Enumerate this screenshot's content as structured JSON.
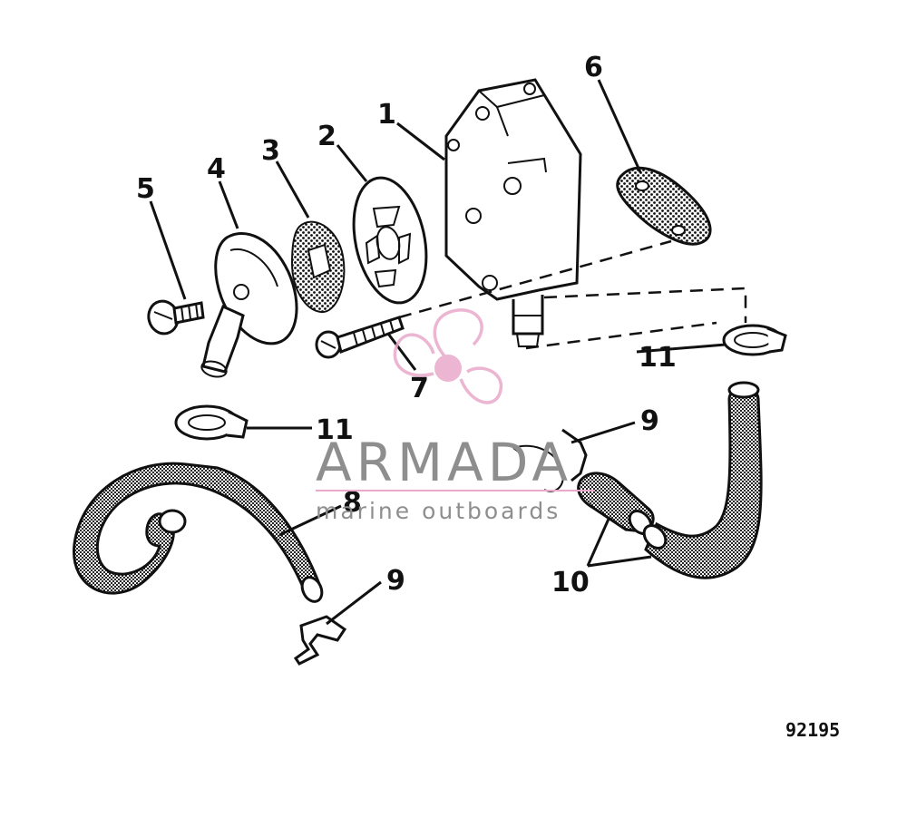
{
  "callouts": {
    "c1": "1",
    "c2": "2",
    "c3": "3",
    "c4": "4",
    "c5": "5",
    "c6": "6",
    "c7": "7",
    "c8": "8",
    "c9a": "9",
    "c9b": "9",
    "c10": "10",
    "c11a": "11",
    "c11b": "11"
  },
  "figure_number": "92195",
  "watermark": {
    "title": "ARMADA",
    "subtitle": "marine outboards",
    "color": "#e9a9cb"
  },
  "colors": {
    "ink": "#111111",
    "paper": "#ffffff",
    "watermark_text": "#8e8e8e"
  },
  "icons": [
    "propeller-logo-icon"
  ]
}
